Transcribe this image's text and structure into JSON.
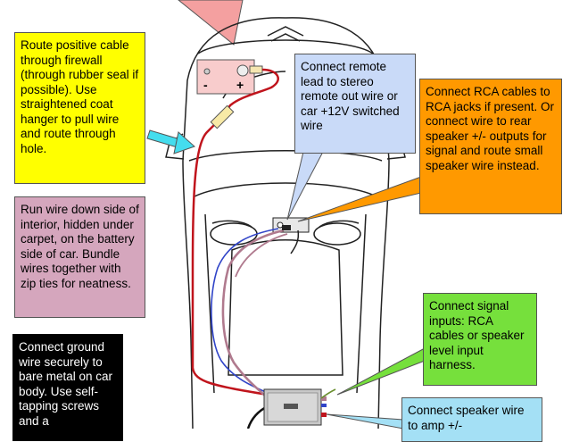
{
  "callouts": {
    "firewall": "Route positive cable through firewall (through rubber seal if possible). Use straightened coat hanger to pull wire and route through hole.",
    "interior": "Run wire down side of interior, hidden under carpet, on the battery side of car. Bundle wires together with zip ties for neatness.",
    "ground": "Connect ground wire securely to bare metal on car body. Use self-tapping screws and a",
    "remote": "Connect remote lead to stereo remote out wire or car +12V switched wire",
    "rca": "Connect RCA cables to RCA jacks if present. Or connect wire to rear speaker +/- outputs for signal and route small speaker wire instead.",
    "signal": "Connect signal inputs: RCA cables or speaker level input harness.",
    "speaker": "Connect speaker wire to amp +/-"
  },
  "battery": {
    "minus": "-",
    "plus": "+"
  },
  "colors": {
    "firewall_box": "#ffff00",
    "interior_box": "#d5a6bd",
    "ground_box": "#000000",
    "remote_box": "#c9daf8",
    "rca_box": "#ff9900",
    "signal_box": "#76e03c",
    "speaker_box": "#a4e0f5",
    "power_wire": "#c0141c",
    "remote_wire": "#3044c8",
    "rca_wire": "#b07a8e",
    "arrow": "#44ddee",
    "top_shape": "#f4a0a0"
  }
}
